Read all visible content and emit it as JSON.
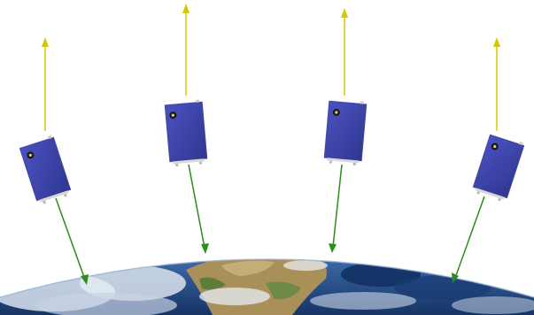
{
  "diagram": {
    "satellite_count": 4,
    "zenith_vectors": 4,
    "nadir_vectors": 4
  },
  "colors": {
    "background": "#ffffff",
    "zenith_arrow": "#d4c800",
    "nadir_arrow": "#2f8a1f",
    "satellite_body": "#3f45a8",
    "satellite_edge": "#2a2f7a",
    "ocean": "#1e3f7a",
    "land": "#b29a63"
  },
  "icons": {
    "satellite": "satellite-icon",
    "camera": "camera-lens-icon",
    "earth": "earth-globe-icon"
  }
}
